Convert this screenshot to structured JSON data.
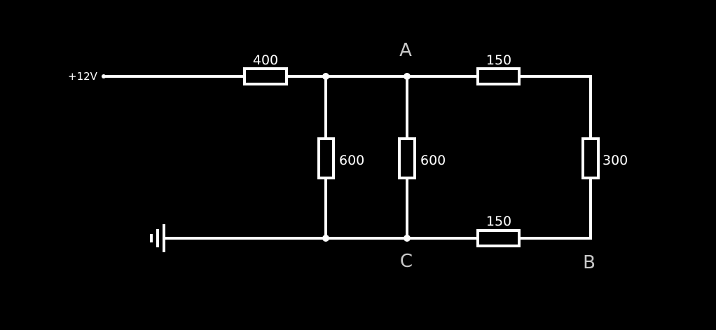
{
  "diagram": {
    "source_label": "+12V",
    "nodes": {
      "a": "A",
      "b": "B",
      "c": "C"
    },
    "resistors": {
      "r_series_top": "400",
      "r_left_vertical": "600",
      "r_mid_vertical": "600",
      "r_top_right": "150",
      "r_right_vertical": "300",
      "r_bottom": "150"
    },
    "colors": {
      "background": "#000000",
      "wire": "#ffffff",
      "node_label": "#c8c8c8"
    },
    "icons": {
      "ground": "ground-icon"
    }
  }
}
